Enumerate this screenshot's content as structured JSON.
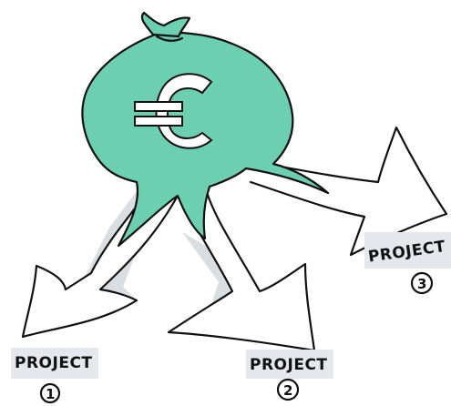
{
  "colors": {
    "bag": "#6ccfb0",
    "ink": "#111111",
    "shade": "#d9dee3"
  },
  "bag": {
    "icon": "euro-symbol",
    "symbol": "€"
  },
  "projects": [
    {
      "label": "PROJECT",
      "number": "1"
    },
    {
      "label": "PROJECT",
      "number": "2"
    },
    {
      "label": "PROJECT",
      "number": "3"
    }
  ]
}
